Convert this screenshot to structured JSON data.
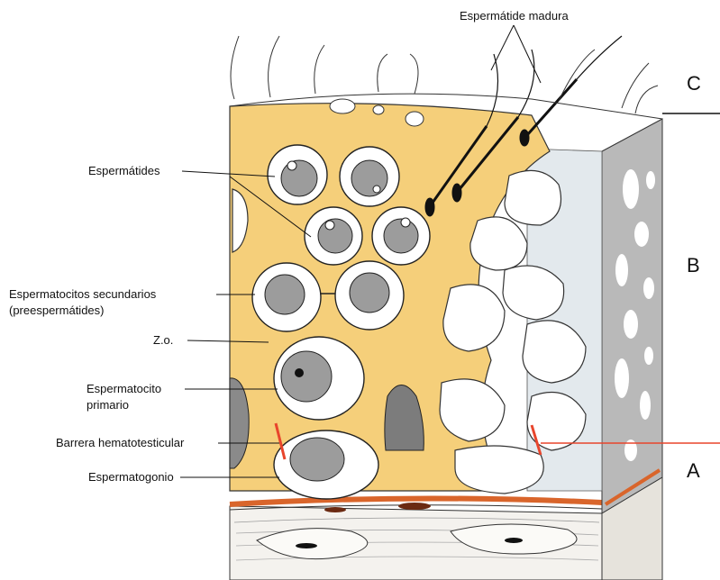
{
  "labels": {
    "mature_spermatid": "Espermátide madura",
    "spermatids": "Espermátides",
    "secondary_spermatocytes_1": "Espermatocitos secundarios",
    "secondary_spermatocytes_2": "(preespermátides)",
    "zo": "Z.o.",
    "primary_spermatocyte_1": "Espermatocito",
    "primary_spermatocyte_2": "primario",
    "blood_testis_barrier": "Barrera hematotesticular",
    "spermatogonium": "Espermatogonio"
  },
  "zones": {
    "c": "C",
    "b": "B",
    "a": "A"
  },
  "colors": {
    "sertoli_cytoplasm": "#f5cf7a",
    "barrier_line": "#e8452c",
    "side_face": "#b9b9b9",
    "lumen_face": "#dfe6ea",
    "outline": "#222222"
  }
}
